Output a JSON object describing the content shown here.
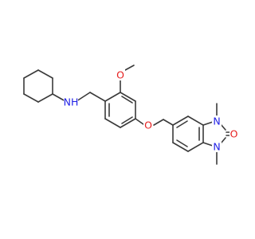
{
  "colors": {
    "bond": "#3a3a3a",
    "nitrogen": "#1f1fe6",
    "oxygen": "#e61f1f"
  },
  "atom_labels": {
    "amine_nh": "NH",
    "methoxy_o": "O",
    "ether_o": "O",
    "ring_n_upper": "N",
    "ring_n_lower": "N",
    "carbonyl_o": "O"
  }
}
